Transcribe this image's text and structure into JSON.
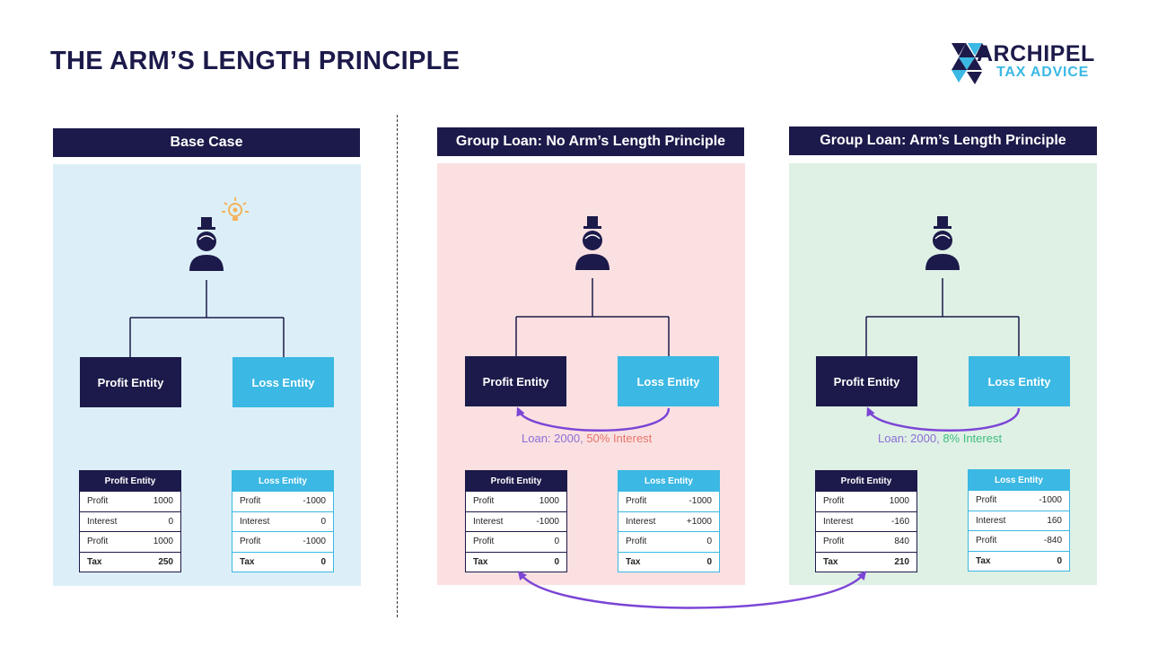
{
  "slide": {
    "title": "THE ARM’S LENGTH PRINCIPLE"
  },
  "logo": {
    "top": "ARCHIPEL",
    "bottom": "TAX ADVICE",
    "colors": {
      "navy": "#1c1a4a",
      "cyan": "#3bb8e3"
    }
  },
  "colors": {
    "navy": "#1c1a4a",
    "cyan": "#3bb8e3",
    "base_bg": "#dceff8",
    "no_al_bg": "#fbe0e1",
    "al_bg": "#dff0e5",
    "arrow": "#7b45d6",
    "bulb": "#f3b25b"
  },
  "panels": [
    {
      "id": "base",
      "header": "Base Case",
      "icons": [
        "owner-person-icon",
        "lightbulb-icon"
      ],
      "profit_entity_label": "Profit Entity",
      "loss_entity_label": "Loss Entity",
      "loan": null,
      "profit_table": {
        "header": "Profit Entity",
        "rows": [
          {
            "label": "Profit",
            "value": "1000"
          },
          {
            "label": "Interest",
            "value": "0"
          },
          {
            "label": "Profit",
            "value": "1000"
          },
          {
            "label": "Tax",
            "value": "250"
          }
        ]
      },
      "loss_table": {
        "header": "Loss Entity",
        "rows": [
          {
            "label": "Profit",
            "value": "-1000"
          },
          {
            "label": "Interest",
            "value": "0"
          },
          {
            "label": "Profit",
            "value": "-1000"
          },
          {
            "label": "Tax",
            "value": "0"
          }
        ]
      }
    },
    {
      "id": "no-al",
      "header": "Group Loan: No Arm’s Length Principle",
      "icons": [
        "owner-person-icon"
      ],
      "profit_entity_label": "Profit Entity",
      "loss_entity_label": "Loss Entity",
      "loan": {
        "prefix": "Loan: 2000,",
        "rate": "50% Interest"
      },
      "profit_table": {
        "header": "Profit Entity",
        "rows": [
          {
            "label": "Profit",
            "value": "1000"
          },
          {
            "label": "Interest",
            "value": "-1000"
          },
          {
            "label": "Profit",
            "value": "0"
          },
          {
            "label": "Tax",
            "value": "0"
          }
        ]
      },
      "loss_table": {
        "header": "Loss Entity",
        "rows": [
          {
            "label": "Profit",
            "value": "-1000"
          },
          {
            "label": "Interest",
            "value": "+1000"
          },
          {
            "label": "Profit",
            "value": "0"
          },
          {
            "label": "Tax",
            "value": "0"
          }
        ]
      }
    },
    {
      "id": "al",
      "header": "Group Loan: Arm’s Length Principle",
      "icons": [
        "owner-person-icon"
      ],
      "profit_entity_label": "Profit Entity",
      "loss_entity_label": "Loss Entity",
      "loan": {
        "prefix": "Loan: 2000,",
        "rate": "8% Interest"
      },
      "profit_table": {
        "header": "Profit Entity",
        "rows": [
          {
            "label": "Profit",
            "value": "1000"
          },
          {
            "label": "Interest",
            "value": "-160"
          },
          {
            "label": "Profit",
            "value": "840"
          },
          {
            "label": "Tax",
            "value": "210"
          }
        ]
      },
      "loss_table": {
        "header": "Loss Entity",
        "rows": [
          {
            "label": "Profit",
            "value": "-1000"
          },
          {
            "label": "Interest",
            "value": "160"
          },
          {
            "label": "Profit",
            "value": "-840"
          },
          {
            "label": "Tax",
            "value": "0"
          }
        ]
      }
    }
  ]
}
